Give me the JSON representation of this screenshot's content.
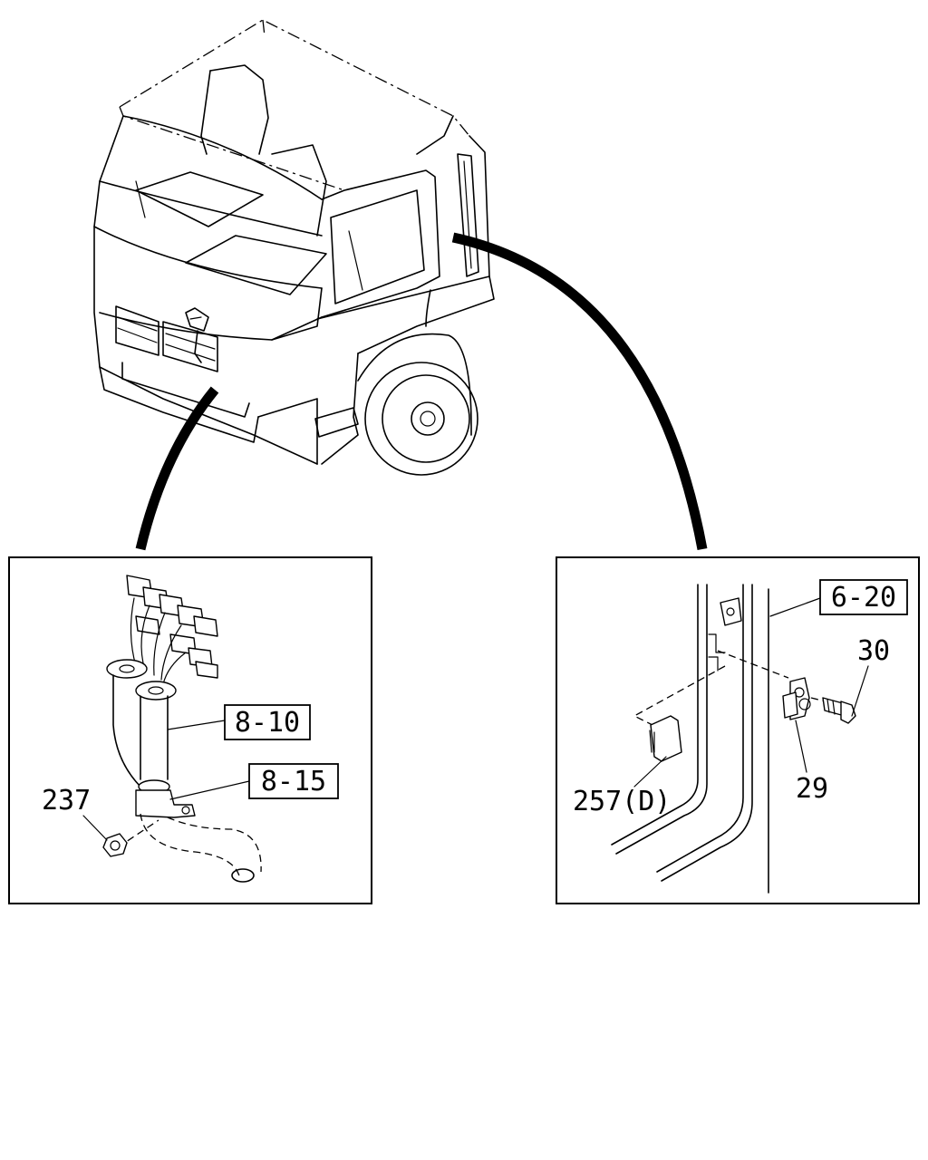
{
  "callouts": {
    "ref_8_10": "8-10",
    "ref_8_15": "8-15",
    "ref_6_20": "6-20",
    "part_237": "237",
    "part_30": "30",
    "part_29": "29",
    "part_257d": "257(D)"
  },
  "colors": {
    "ink": "#000000",
    "paper": "#ffffff"
  }
}
